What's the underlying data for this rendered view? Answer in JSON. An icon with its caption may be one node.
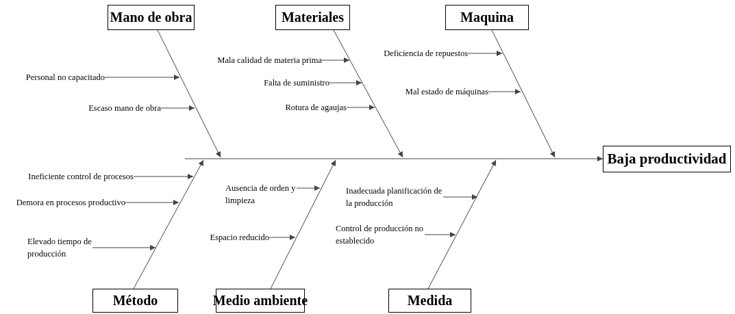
{
  "diagram": {
    "nodes": [
      {
        "text": [
          "Mano de obra"
        ]
      },
      {
        "text": [
          "Materiales"
        ]
      },
      {
        "text": [
          "Maquina"
        ]
      },
      {
        "text": [
          "Deficiencia de repuestos"
        ]
      },
      {
        "text": [
          "Mala calidad de materia prima"
        ]
      },
      {
        "text": [
          "Personal no capacitado"
        ]
      },
      {
        "text": [
          "Falta de suministro"
        ]
      },
      {
        "text": [
          "Mal estado de máquinas"
        ]
      },
      {
        "text": [
          "Rotura de agaujas"
        ]
      },
      {
        "text": [
          "Escaso mano de obra"
        ]
      },
      {
        "text": [
          "Baja productividad"
        ]
      },
      {
        "text": [
          "Ineficiente control de procesos"
        ]
      },
      {
        "text": [
          "Ausencia de orden y limpieza"
        ]
      },
      {
        "text": [
          "Inadecuada planificación de la producción"
        ]
      },
      {
        "text": [
          "Demora en procesos productivo"
        ]
      },
      {
        "text": [
          "Control de producción no establecido"
        ]
      },
      {
        "text": [
          "Espacio reducido"
        ]
      },
      {
        "text": [
          "Elevado tiempo de producción"
        ]
      },
      {
        "text": [
          "Método"
        ]
      },
      {
        "text": [
          "Medio ambiente"
        ]
      },
      {
        "text": [
          "Medida"
        ]
      }
    ],
    "edges": [
      {
        "from": 0,
        "to": null,
        "arrow": "to"
      },
      {
        "from": 1,
        "to": null,
        "arrow": "to"
      },
      {
        "from": 2,
        "to": null,
        "arrow": "to"
      },
      {
        "from": 18,
        "to": null,
        "arrow": "to"
      },
      {
        "from": 19,
        "to": null,
        "arrow": "to"
      },
      {
        "from": 20,
        "to": null,
        "arrow": "to"
      },
      {
        "from": null,
        "to": 10,
        "arrow": "to"
      },
      {
        "from": 3,
        "to": null,
        "arrow": "to"
      },
      {
        "from": 4,
        "to": null,
        "arrow": "to"
      },
      {
        "from": 5,
        "to": null,
        "arrow": "to"
      },
      {
        "from": 6,
        "to": null,
        "arrow": "to"
      },
      {
        "from": 7,
        "to": null,
        "arrow": "to"
      },
      {
        "from": 8,
        "to": null,
        "arrow": "to"
      },
      {
        "from": 9,
        "to": null,
        "arrow": "to"
      },
      {
        "from": 11,
        "to": null,
        "arrow": "to"
      },
      {
        "from": 12,
        "to": null,
        "arrow": "to"
      },
      {
        "from": 13,
        "to": null,
        "arrow": "to"
      },
      {
        "from": 14,
        "to": null,
        "arrow": "to"
      },
      {
        "from": 15,
        "to": null,
        "arrow": "to"
      },
      {
        "from": 16,
        "to": null,
        "arrow": "to"
      },
      {
        "from": 17,
        "to": null,
        "arrow": "to"
      }
    ]
  }
}
